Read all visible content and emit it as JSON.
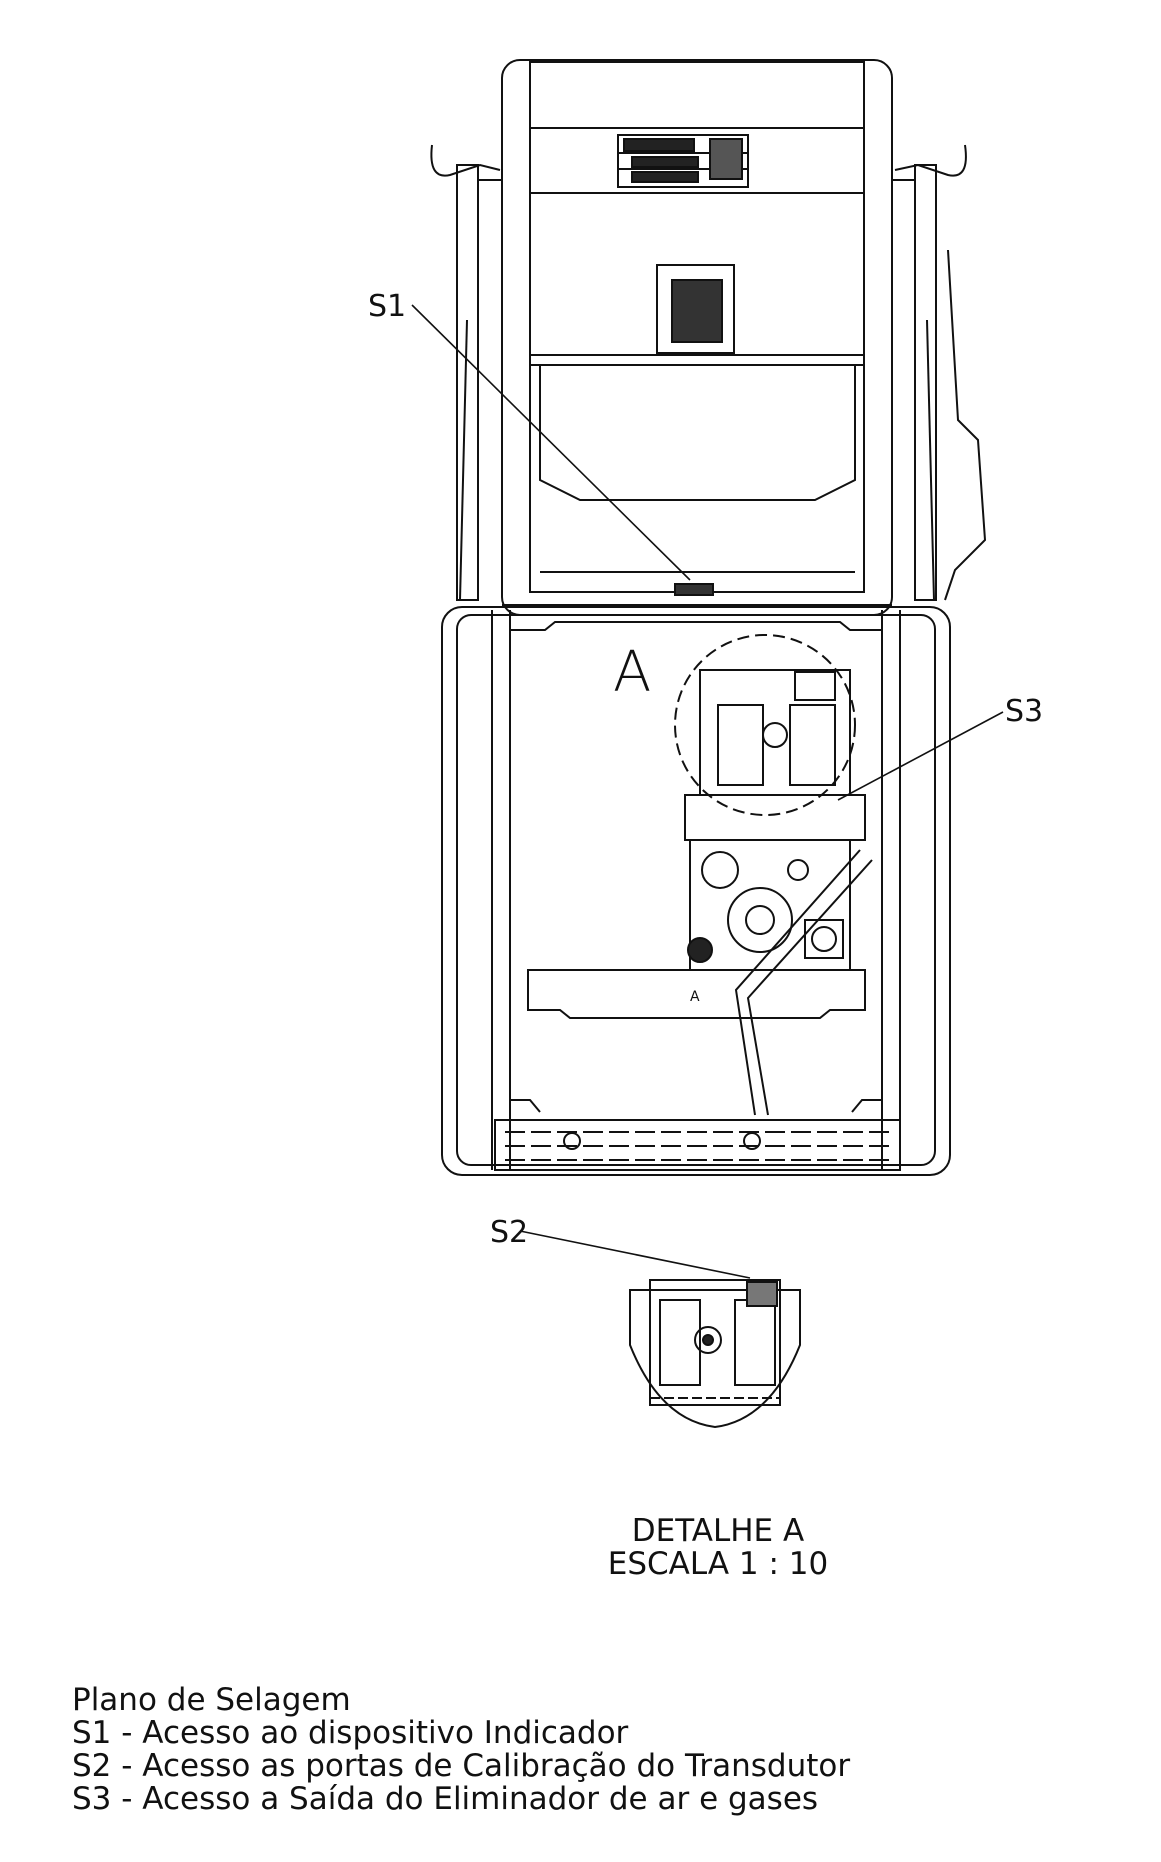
{
  "labels": {
    "s1": "S1",
    "s2": "S2",
    "s3": "S3",
    "view_a": "A",
    "small_a": "A"
  },
  "detail": {
    "title": "DETALHE A",
    "scale": "ESCALA 1 : 10"
  },
  "legend": {
    "title": "Plano de Selagem",
    "items": [
      "S1 - Acesso ao dispositivo Indicador",
      "S2 - Acesso as portas de Calibração do Transdutor",
      "S3 - Acesso a Saída do Eliminador de ar e gases"
    ]
  },
  "colors": {
    "line": "#111111",
    "paper": "#ffffff"
  }
}
